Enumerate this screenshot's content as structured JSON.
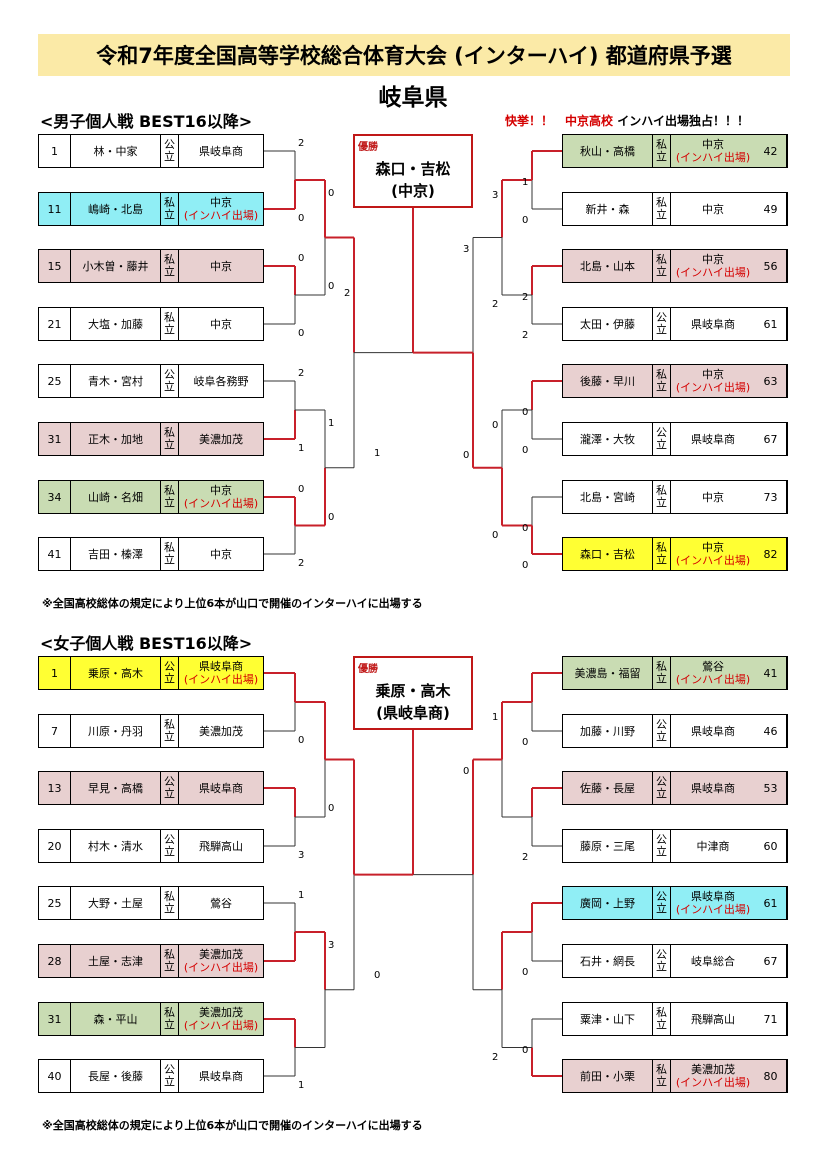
{
  "title": "令和7年度全国高等学校総合体育大会 (インターハイ) 都道府県予選",
  "prefecture": "岐阜県",
  "ih_mark": "(インハイ出場)",
  "men": {
    "label": "<男子個人戦 BEST16以降>",
    "headline_red": "快挙！！",
    "headline_school": "中京高校",
    "headline_tail": " インハイ出場独占！！！",
    "champion_label": "優勝",
    "champion_name": "森口・吉松",
    "champion_school": "(中京)",
    "note": "※全国高校総体の規定により上位6本が山口で開催のインターハイに出場する",
    "left": [
      {
        "seed": "1",
        "name": "林・中家",
        "type": "公立",
        "school": "県岐阜商",
        "ih": false,
        "bg": ""
      },
      {
        "seed": "11",
        "name": "嶋崎・北島",
        "type": "私立",
        "school": "中京",
        "ih": true,
        "bg": "cyan"
      },
      {
        "seed": "15",
        "name": "小木曽・藤井",
        "type": "私立",
        "school": "中京",
        "ih": false,
        "bg": "pink"
      },
      {
        "seed": "21",
        "name": "大塩・加藤",
        "type": "私立",
        "school": "中京",
        "ih": false,
        "bg": ""
      },
      {
        "seed": "25",
        "name": "青木・宮村",
        "type": "公立",
        "school": "岐阜各務野",
        "ih": false,
        "bg": ""
      },
      {
        "seed": "31",
        "name": "正木・加地",
        "type": "私立",
        "school": "美濃加茂",
        "ih": false,
        "bg": "pink"
      },
      {
        "seed": "34",
        "name": "山崎・名畑",
        "type": "私立",
        "school": "中京",
        "ih": true,
        "bg": "green"
      },
      {
        "seed": "41",
        "name": "吉田・榛澤",
        "type": "私立",
        "school": "中京",
        "ih": false,
        "bg": ""
      }
    ],
    "right": [
      {
        "seed": "42",
        "name": "秋山・高橋",
        "type": "私立",
        "school": "中京",
        "ih": true,
        "bg": "green"
      },
      {
        "seed": "49",
        "name": "新井・森",
        "type": "私立",
        "school": "中京",
        "ih": false,
        "bg": ""
      },
      {
        "seed": "56",
        "name": "北島・山本",
        "type": "私立",
        "school": "中京",
        "ih": true,
        "bg": "pink"
      },
      {
        "seed": "61",
        "name": "太田・伊藤",
        "type": "公立",
        "school": "県岐阜商",
        "ih": false,
        "bg": ""
      },
      {
        "seed": "63",
        "name": "後藤・早川",
        "type": "私立",
        "school": "中京",
        "ih": true,
        "bg": "pink"
      },
      {
        "seed": "67",
        "name": "瀧澤・大牧",
        "type": "公立",
        "school": "県岐阜商",
        "ih": false,
        "bg": ""
      },
      {
        "seed": "73",
        "name": "北島・宮崎",
        "type": "私立",
        "school": "中京",
        "ih": false,
        "bg": ""
      },
      {
        "seed": "82",
        "name": "森口・吉松",
        "type": "私立",
        "school": "中京",
        "ih": true,
        "bg": "yellow"
      }
    ],
    "scores_left": {
      "r1": [
        [
          "2",
          "0"
        ],
        [
          "0",
          "0"
        ],
        [
          "2",
          "1"
        ],
        [
          "0",
          "2"
        ]
      ],
      "r2": [
        [
          "0",
          "0"
        ],
        [
          "1",
          "0"
        ]
      ],
      "r3": [
        [
          "2",
          "1"
        ]
      ]
    },
    "scores_right": {
      "r1": [
        [
          "1",
          "0"
        ],
        [
          "2",
          "2"
        ],
        [
          "0",
          "0"
        ],
        [
          "0",
          "0"
        ]
      ],
      "r2": [
        [
          "3",
          "2"
        ],
        [
          "0",
          "0"
        ]
      ],
      "r3": [
        [
          "3",
          "0"
        ]
      ]
    }
  },
  "women": {
    "label": "<女子個人戦 BEST16以降>",
    "champion_label": "優勝",
    "champion_name": "乗原・高木",
    "champion_school": "(県岐阜商)",
    "note": "※全国高校総体の規定により上位6本が山口で開催のインターハイに出場する",
    "left": [
      {
        "seed": "1",
        "name": "乗原・高木",
        "type": "公立",
        "school": "県岐阜商",
        "ih": true,
        "bg": "yellow"
      },
      {
        "seed": "7",
        "name": "川原・丹羽",
        "type": "私立",
        "school": "美濃加茂",
        "ih": false,
        "bg": ""
      },
      {
        "seed": "13",
        "name": "早見・高橋",
        "type": "公立",
        "school": "県岐阜商",
        "ih": false,
        "bg": "pink"
      },
      {
        "seed": "20",
        "name": "村木・清水",
        "type": "公立",
        "school": "飛騨高山",
        "ih": false,
        "bg": ""
      },
      {
        "seed": "25",
        "name": "大野・土屋",
        "type": "私立",
        "school": "鶯谷",
        "ih": false,
        "bg": ""
      },
      {
        "seed": "28",
        "name": "土屋・志津",
        "type": "私立",
        "school": "美濃加茂",
        "ih": true,
        "bg": "pink"
      },
      {
        "seed": "31",
        "name": "森・平山",
        "type": "私立",
        "school": "美濃加茂",
        "ih": true,
        "bg": "green"
      },
      {
        "seed": "40",
        "name": "長屋・後藤",
        "type": "公立",
        "school": "県岐阜商",
        "ih": false,
        "bg": ""
      }
    ],
    "right": [
      {
        "seed": "41",
        "name": "美濃島・福留",
        "type": "私立",
        "school": "鶯谷",
        "ih": true,
        "bg": "green"
      },
      {
        "seed": "46",
        "name": "加藤・川野",
        "type": "公立",
        "school": "県岐阜商",
        "ih": false,
        "bg": ""
      },
      {
        "seed": "53",
        "name": "佐藤・長屋",
        "type": "公立",
        "school": "県岐阜商",
        "ih": false,
        "bg": "pink"
      },
      {
        "seed": "60",
        "name": "藤原・三尾",
        "type": "公立",
        "school": "中津商",
        "ih": false,
        "bg": ""
      },
      {
        "seed": "61",
        "name": "廣岡・上野",
        "type": "公立",
        "school": "県岐阜商",
        "ih": true,
        "bg": "cyan"
      },
      {
        "seed": "67",
        "name": "石井・網長",
        "type": "公立",
        "school": "岐阜総合",
        "ih": false,
        "bg": ""
      },
      {
        "seed": "71",
        "name": "粟津・山下",
        "type": "私立",
        "school": "飛騨高山",
        "ih": false,
        "bg": ""
      },
      {
        "seed": "80",
        "name": "前田・小栗",
        "type": "私立",
        "school": "美濃加茂",
        "ih": true,
        "bg": "pink"
      }
    ],
    "scores_left": {
      "r1": [
        [
          "",
          "0"
        ],
        [
          "",
          "3"
        ],
        [
          "1",
          ""
        ],
        [
          "",
          "1"
        ]
      ],
      "r2": [
        [
          "",
          "0"
        ],
        [
          "3",
          ""
        ]
      ],
      "r3": [
        [
          "",
          "0"
        ]
      ]
    },
    "scores_right": {
      "r1": [
        [
          "",
          "0"
        ],
        [
          "",
          "2"
        ],
        [
          "",
          "0"
        ],
        [
          "0",
          ""
        ]
      ],
      "r2": [
        [
          "1",
          ""
        ],
        [
          "",
          "2"
        ]
      ],
      "r3": [
        [
          "0",
          ""
        ]
      ]
    },
    "extra_scores": {
      "l_mid": "0",
      "r_mid": "1"
    }
  }
}
